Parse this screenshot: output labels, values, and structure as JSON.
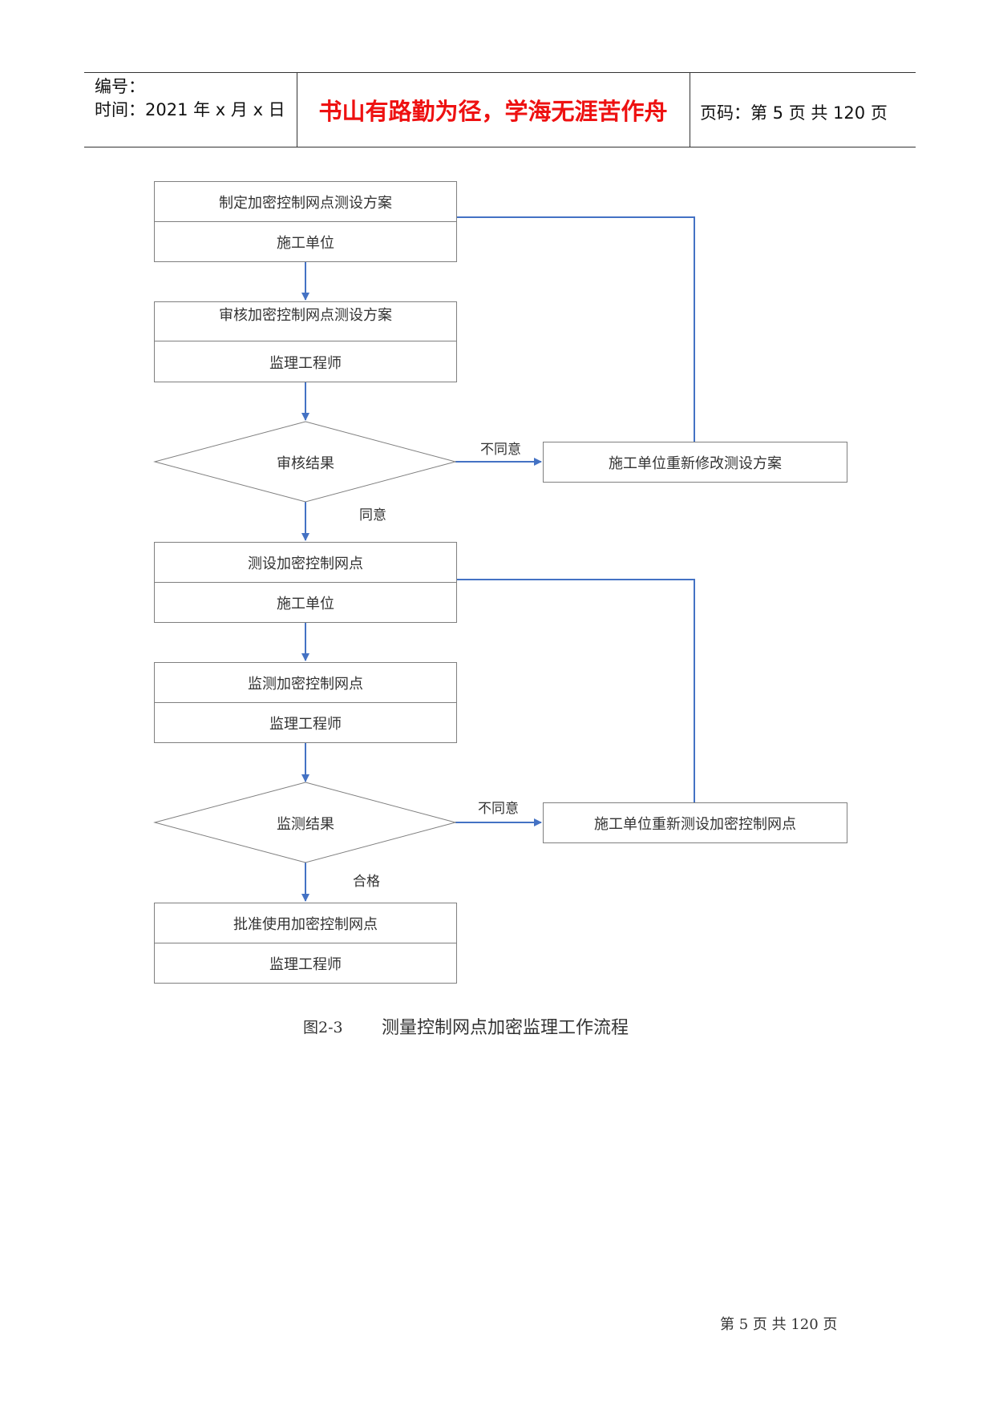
{
  "header": {
    "number_label": "编号：",
    "time_label": "时间：2021 年 x 月 x 日",
    "motto": "书山有路勤为径，学海无涯苦作舟",
    "page_label": "页码：第 5 页  共 120 页",
    "colors": {
      "motto": "#ee1111",
      "connector": "#4472c4"
    }
  },
  "flow": {
    "step1": {
      "action": "制定加密控制网点测设方案",
      "role": "施工单位"
    },
    "step2": {
      "action": "审核加密控制网点测设方案",
      "role": "监理工程师"
    },
    "decision1": {
      "text": "审核结果",
      "no_label": "不同意",
      "yes_label": "同意"
    },
    "revise1": "施工单位重新修改测设方案",
    "step3": {
      "action": "测设加密控制网点",
      "role": "施工单位"
    },
    "step4": {
      "action": "监测加密控制网点",
      "role": "监理工程师"
    },
    "decision2": {
      "text": "监测结果",
      "no_label": "不同意",
      "yes_label": "合格"
    },
    "revise2": "施工单位重新测设加密控制网点",
    "step5": {
      "action": "批准使用加密控制网点",
      "role": "监理工程师"
    }
  },
  "caption": {
    "figure_no": "图2-3",
    "title": "测量控制网点加密监理工作流程"
  },
  "footer": {
    "page_text": "第  5  页  共  120  页"
  }
}
